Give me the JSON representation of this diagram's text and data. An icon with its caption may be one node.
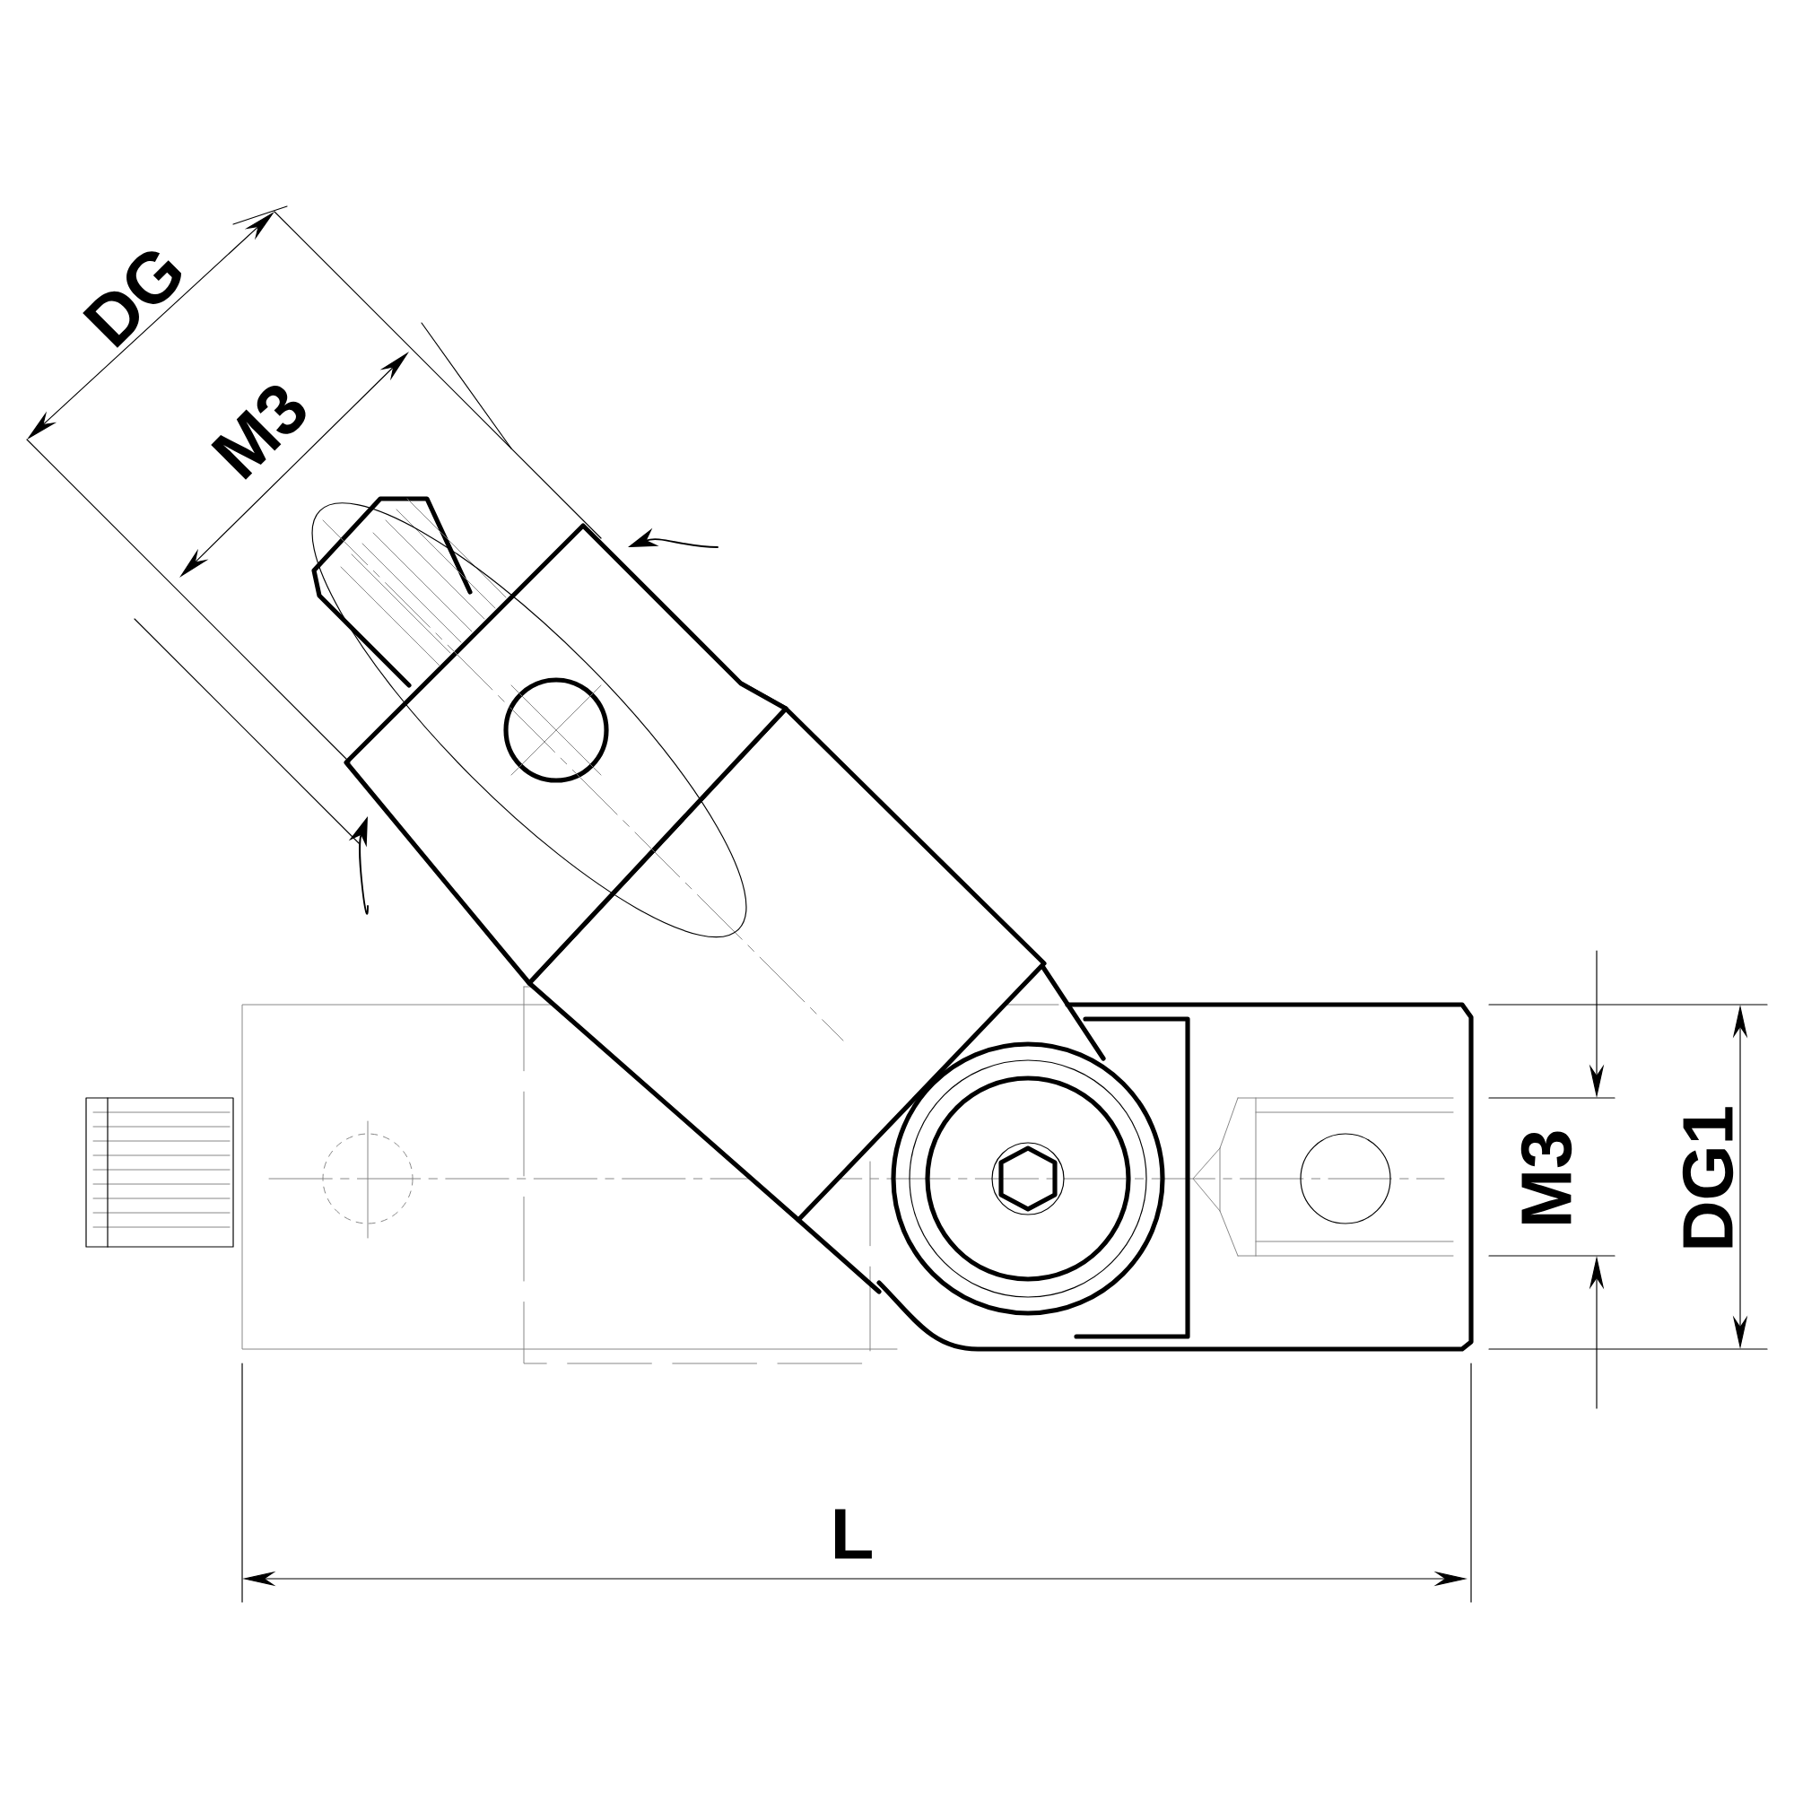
{
  "diagram": {
    "labels": [
      "DG",
      "M3",
      "M3",
      "DG1",
      "L"
    ]
  }
}
